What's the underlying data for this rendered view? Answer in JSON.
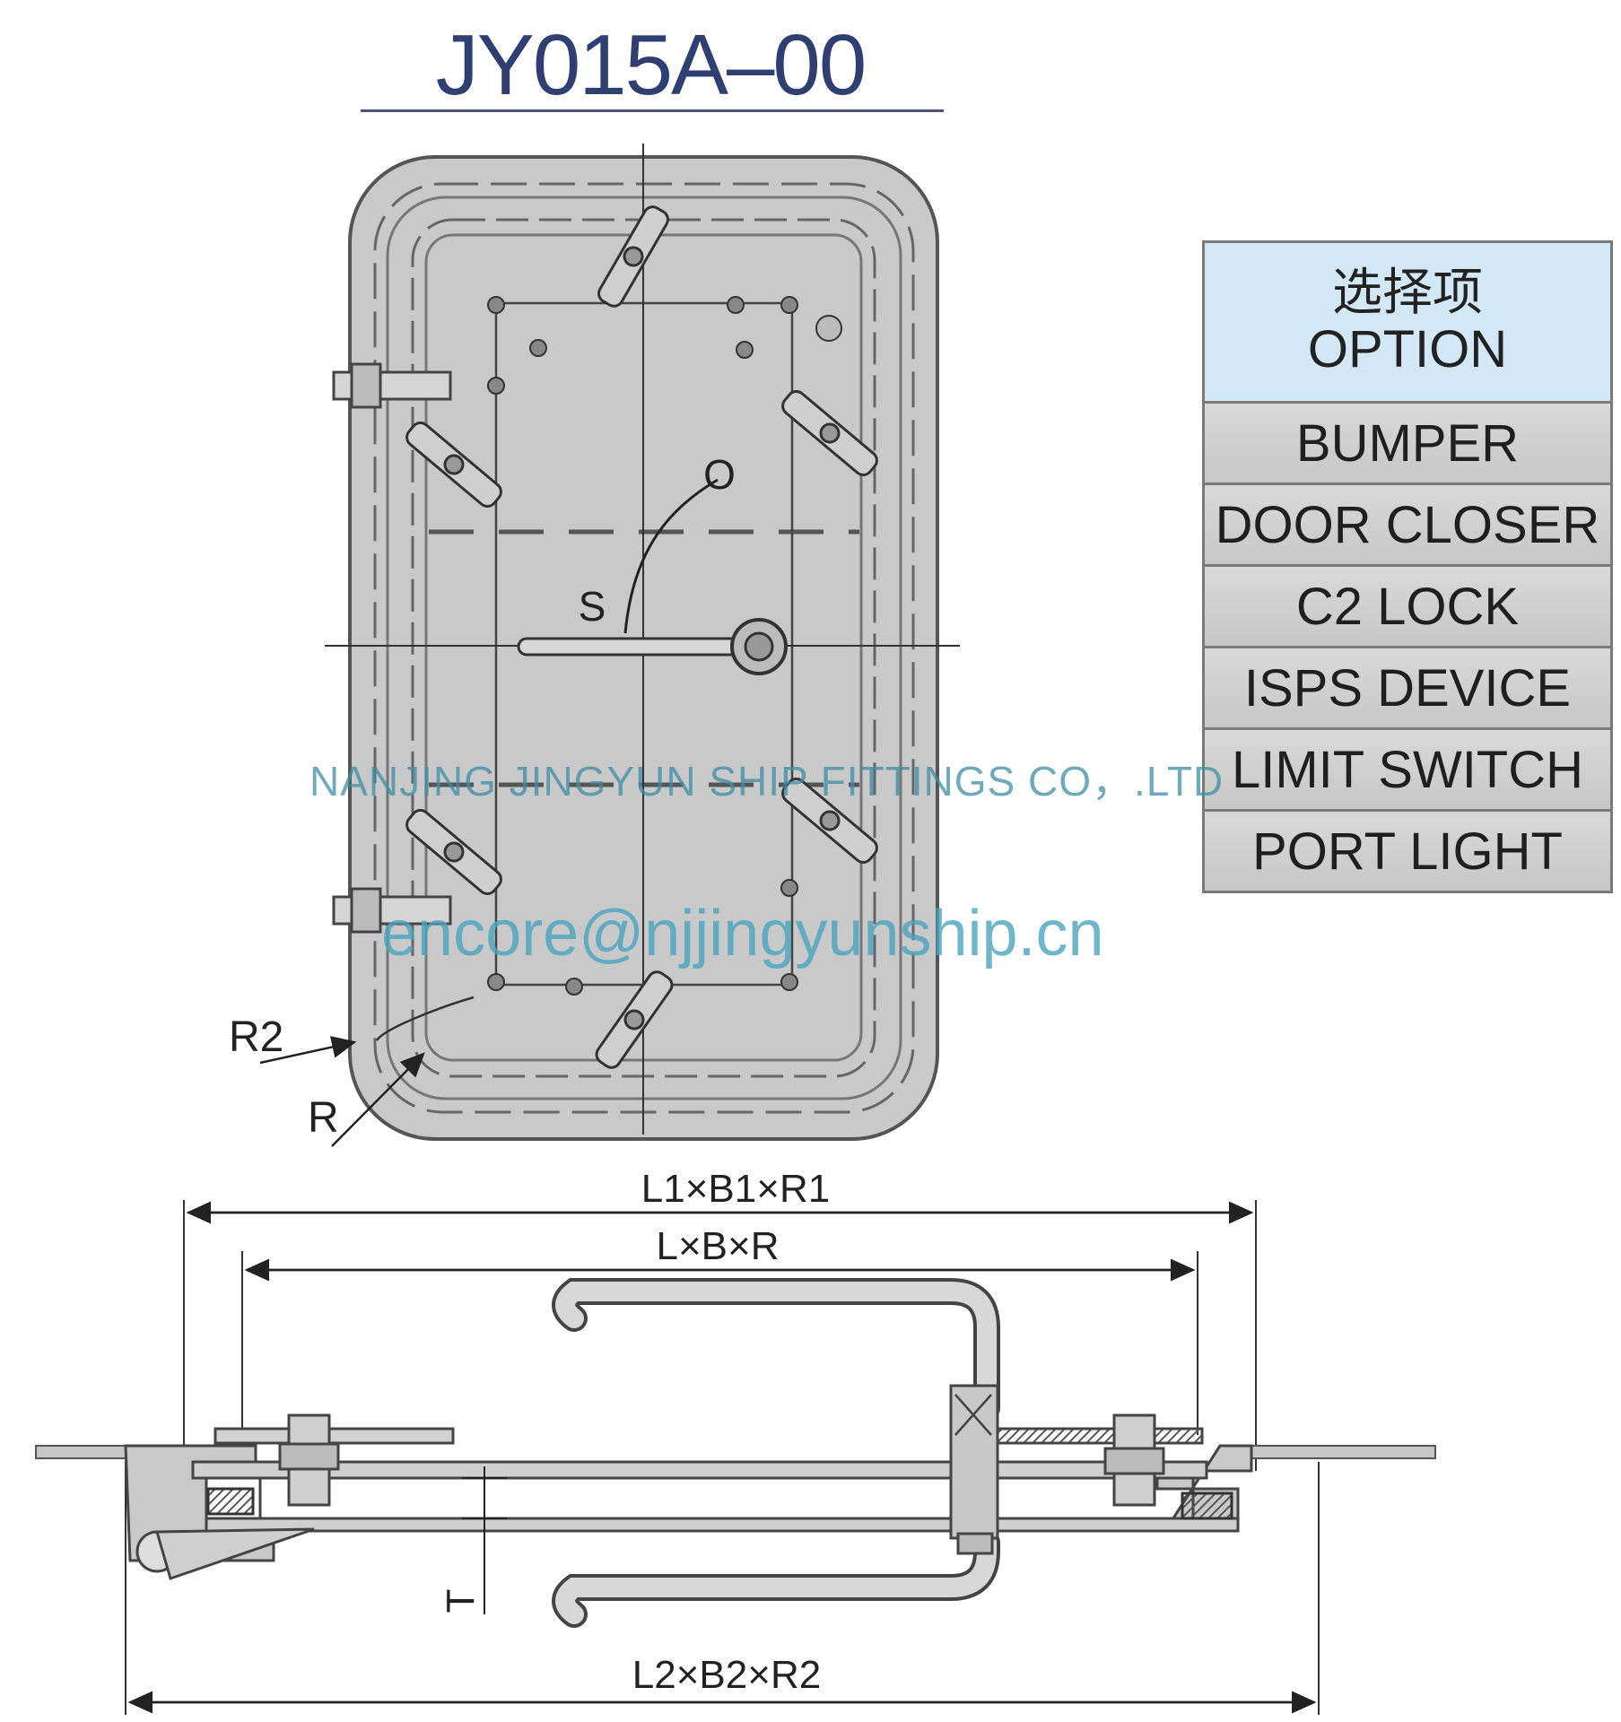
{
  "title": "JY015A–00",
  "option_table": {
    "header_cn": "选择项",
    "header_en": "OPTION",
    "rows": [
      "BUMPER",
      "DOOR CLOSER",
      "C2 LOCK",
      "ISPS DEVICE",
      "LIMIT SWITCH",
      "PORT LIGHT"
    ]
  },
  "watermark": {
    "company": "NANJING JINGYUN SHIP FITTINGS CO，.LTD",
    "email": "encore@njjingyunship.cn"
  },
  "door_labels": {
    "open": "O",
    "shut": "S",
    "outer_radius": "R2",
    "radius": "R"
  },
  "dimensions": {
    "frame": "L1×B1×R1",
    "clear_opening": "L×B×R",
    "thickness": "T",
    "overall": "L2×B2×R2"
  },
  "colors": {
    "title": "#2f3f72",
    "door_fill": "#c9c9c9",
    "table_header": "#d3e8f6",
    "table_row": "#cfcfcf",
    "watermark": "#3d8ea6"
  }
}
